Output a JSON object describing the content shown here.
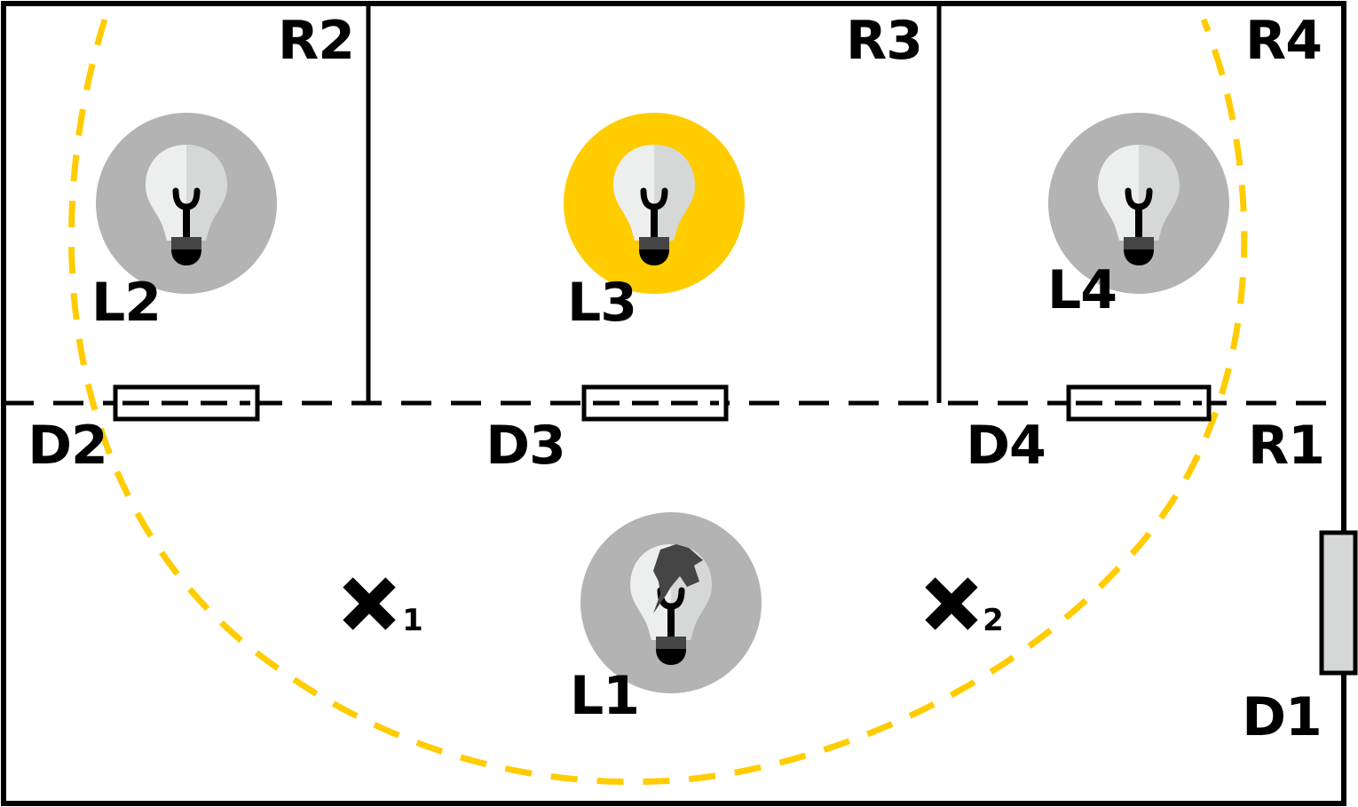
{
  "colors": {
    "wall": "#000000",
    "light_on": "#FFCC00",
    "light_off": "#B3B3B3",
    "bulb_glass_light": "#EDEEEE",
    "bulb_glass_shade": "#D6D8D7",
    "bulb_base": "#454545",
    "range_arc": "#FFCC00",
    "exterior_door": "#D6D8D7"
  },
  "rooms": [
    {
      "id": "R1",
      "label": "R1"
    },
    {
      "id": "R2",
      "label": "R2"
    },
    {
      "id": "R3",
      "label": "R3"
    },
    {
      "id": "R4",
      "label": "R4"
    }
  ],
  "doors": [
    {
      "id": "D1",
      "label": "D1",
      "type": "exterior"
    },
    {
      "id": "D2",
      "label": "D2",
      "type": "interior"
    },
    {
      "id": "D3",
      "label": "D3",
      "type": "interior"
    },
    {
      "id": "D4",
      "label": "D4",
      "type": "interior"
    }
  ],
  "lights": [
    {
      "id": "L1",
      "label": "L1",
      "state": "broken",
      "icon": "broken-bulb-icon"
    },
    {
      "id": "L2",
      "label": "L2",
      "state": "off",
      "icon": "bulb-icon"
    },
    {
      "id": "L3",
      "label": "L3",
      "state": "on",
      "icon": "bulb-icon"
    },
    {
      "id": "L4",
      "label": "L4",
      "state": "off",
      "icon": "bulb-icon"
    }
  ],
  "markers": [
    {
      "id": "X1",
      "subscript": "1",
      "icon": "cross-icon"
    },
    {
      "id": "X2",
      "subscript": "2",
      "icon": "cross-icon"
    }
  ]
}
